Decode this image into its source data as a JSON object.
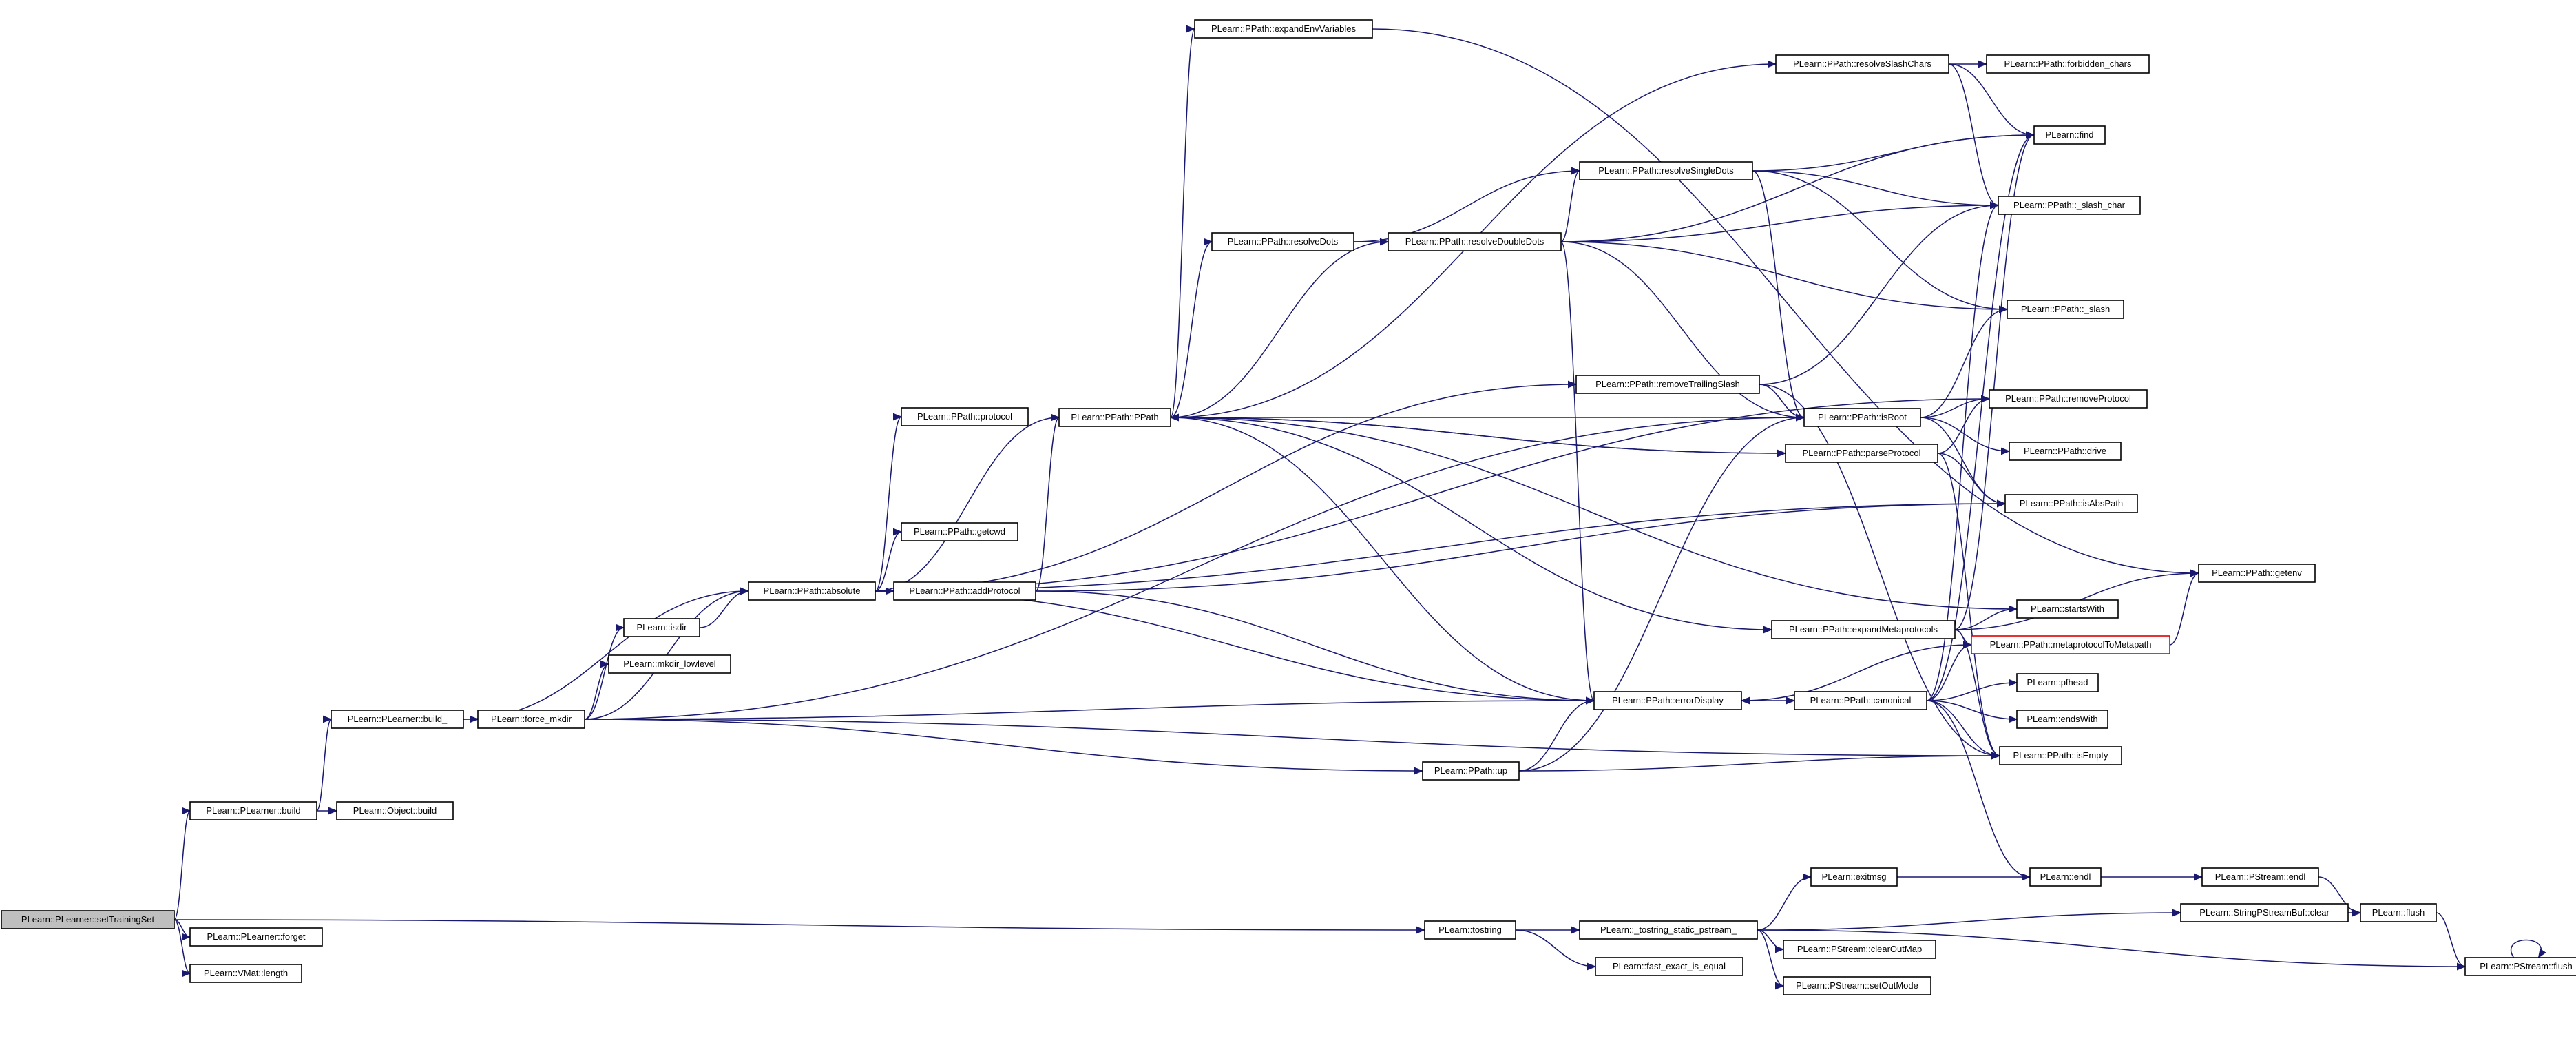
{
  "colors": {
    "edge": "#191970",
    "node_border": "#000000",
    "root_fill": "#bfbfbf",
    "highlight_border": "#e00000"
  },
  "nodes": [
    {
      "id": "setTrainingSet",
      "label": "PLearn::PLearner::setTrainingSet",
      "root": true
    },
    {
      "id": "build",
      "label": "PLearn::PLearner::build"
    },
    {
      "id": "forget",
      "label": "PLearn::PLearner::forget"
    },
    {
      "id": "vmatlength",
      "label": "PLearn::VMat::length"
    },
    {
      "id": "build_",
      "label": "PLearn::PLearner::build_"
    },
    {
      "id": "objbuild",
      "label": "PLearn::Object::build"
    },
    {
      "id": "force_mkdir",
      "label": "PLearn::force_mkdir"
    },
    {
      "id": "isdir",
      "label": "PLearn::isdir"
    },
    {
      "id": "mkdir_lowlevel",
      "label": "PLearn::mkdir_lowlevel"
    },
    {
      "id": "absolute",
      "label": "PLearn::PPath::absolute"
    },
    {
      "id": "addProtocol",
      "label": "PLearn::PPath::addProtocol"
    },
    {
      "id": "protocol",
      "label": "PLearn::PPath::protocol"
    },
    {
      "id": "getcwd",
      "label": "PLearn::PPath::getcwd"
    },
    {
      "id": "ppath",
      "label": "PLearn::PPath::PPath"
    },
    {
      "id": "expandEnv",
      "label": "PLearn::PPath::expandEnvVariables"
    },
    {
      "id": "resolveDots",
      "label": "PLearn::PPath::resolveDots"
    },
    {
      "id": "resolveDoubleDots",
      "label": "PLearn::PPath::resolveDoubleDots"
    },
    {
      "id": "resolveSingleDots",
      "label": "PLearn::PPath::resolveSingleDots"
    },
    {
      "id": "resolveSlashChars",
      "label": "PLearn::PPath::resolveSlashChars"
    },
    {
      "id": "forbidden_chars",
      "label": "PLearn::PPath::forbidden_chars"
    },
    {
      "id": "find",
      "label": "PLearn::find"
    },
    {
      "id": "_slash_char",
      "label": "PLearn::PPath::_slash_char"
    },
    {
      "id": "_slash",
      "label": "PLearn::PPath::_slash"
    },
    {
      "id": "removeTrailingSlash",
      "label": "PLearn::PPath::removeTrailingSlash"
    },
    {
      "id": "isRoot",
      "label": "PLearn::PPath::isRoot"
    },
    {
      "id": "removeProtocol",
      "label": "PLearn::PPath::removeProtocol"
    },
    {
      "id": "parseProtocol",
      "label": "PLearn::PPath::parseProtocol"
    },
    {
      "id": "drive",
      "label": "PLearn::PPath::drive"
    },
    {
      "id": "isAbsPath",
      "label": "PLearn::PPath::isAbsPath"
    },
    {
      "id": "getenv",
      "label": "PLearn::PPath::getenv"
    },
    {
      "id": "expandMetaprotocols",
      "label": "PLearn::PPath::expandMetaprotocols"
    },
    {
      "id": "startsWith",
      "label": "PLearn::startsWith"
    },
    {
      "id": "metaprotocolToMetapath",
      "label": "PLearn::PPath::metaprotocolToMetapath",
      "red": true
    },
    {
      "id": "errorDisplay",
      "label": "PLearn::PPath::errorDisplay"
    },
    {
      "id": "canonical",
      "label": "PLearn::PPath::canonical"
    },
    {
      "id": "pfhead",
      "label": "PLearn::pfhead"
    },
    {
      "id": "endsWith",
      "label": "PLearn::endsWith"
    },
    {
      "id": "isEmpty",
      "label": "PLearn::PPath::isEmpty"
    },
    {
      "id": "up",
      "label": "PLearn::PPath::up"
    },
    {
      "id": "tostring",
      "label": "PLearn::tostring"
    },
    {
      "id": "tostring_static",
      "label": "PLearn::_tostring_static_pstream_"
    },
    {
      "id": "fast_exact",
      "label": "PLearn::fast_exact_is_equal"
    },
    {
      "id": "exitmsg",
      "label": "PLearn::exitmsg"
    },
    {
      "id": "endl",
      "label": "PLearn::endl"
    },
    {
      "id": "pstream_endl",
      "label": "PLearn::PStream::endl"
    },
    {
      "id": "sbclear",
      "label": "PLearn::StringPStreamBuf::clear"
    },
    {
      "id": "flush",
      "label": "PLearn::flush"
    },
    {
      "id": "clearOutMap",
      "label": "PLearn::PStream::clearOutMap"
    },
    {
      "id": "setOutMode",
      "label": "PLearn::PStream::setOutMode"
    },
    {
      "id": "pstream_flush",
      "label": "PLearn::PStream::flush"
    }
  ],
  "edges": [
    [
      "setTrainingSet",
      "build"
    ],
    [
      "setTrainingSet",
      "forget"
    ],
    [
      "setTrainingSet",
      "vmatlength"
    ],
    [
      "setTrainingSet",
      "tostring"
    ],
    [
      "build",
      "build_"
    ],
    [
      "build",
      "objbuild"
    ],
    [
      "build_",
      "absolute"
    ],
    [
      "build_",
      "force_mkdir"
    ],
    [
      "force_mkdir",
      "isdir"
    ],
    [
      "force_mkdir",
      "mkdir_lowlevel"
    ],
    [
      "force_mkdir",
      "absolute"
    ],
    [
      "force_mkdir",
      "isRoot"
    ],
    [
      "force_mkdir",
      "up"
    ],
    [
      "force_mkdir",
      "isEmpty"
    ],
    [
      "force_mkdir",
      "errorDisplay"
    ],
    [
      "isdir",
      "absolute"
    ],
    [
      "absolute",
      "ppath"
    ],
    [
      "absolute",
      "addProtocol"
    ],
    [
      "absolute",
      "protocol"
    ],
    [
      "absolute",
      "getcwd"
    ],
    [
      "absolute",
      "removeTrailingSlash"
    ],
    [
      "absolute",
      "removeProtocol"
    ],
    [
      "absolute",
      "isAbsPath"
    ],
    [
      "absolute",
      "errorDisplay"
    ],
    [
      "addProtocol",
      "ppath"
    ],
    [
      "addProtocol",
      "isAbsPath"
    ],
    [
      "addProtocol",
      "errorDisplay"
    ],
    [
      "ppath",
      "expandEnv"
    ],
    [
      "ppath",
      "resolveDots"
    ],
    [
      "ppath",
      "resolveSlashChars"
    ],
    [
      "ppath",
      "parseProtocol"
    ],
    [
      "ppath",
      "expandMetaprotocols"
    ],
    [
      "ppath",
      "startsWith"
    ],
    [
      "ppath",
      "errorDisplay"
    ],
    [
      "expandEnv",
      "getenv"
    ],
    [
      "resolveDots",
      "resolveDoubleDots"
    ],
    [
      "resolveDots",
      "resolveSingleDots"
    ],
    [
      "resolveDoubleDots",
      "resolveSingleDots"
    ],
    [
      "resolveDoubleDots",
      "find"
    ],
    [
      "resolveDoubleDots",
      "_slash_char"
    ],
    [
      "resolveDoubleDots",
      "_slash"
    ],
    [
      "resolveDoubleDots",
      "isRoot"
    ],
    [
      "resolveDoubleDots",
      "errorDisplay"
    ],
    [
      "resolveDoubleDots",
      "ppath"
    ],
    [
      "resolveSingleDots",
      "find"
    ],
    [
      "resolveSingleDots",
      "_slash_char"
    ],
    [
      "resolveSingleDots",
      "_slash"
    ],
    [
      "resolveSingleDots",
      "isRoot"
    ],
    [
      "resolveSlashChars",
      "forbidden_chars"
    ],
    [
      "resolveSlashChars",
      "find"
    ],
    [
      "resolveSlashChars",
      "_slash_char"
    ],
    [
      "removeTrailingSlash",
      "isRoot"
    ],
    [
      "removeTrailingSlash",
      "_slash_char"
    ],
    [
      "removeTrailingSlash",
      "isEmpty"
    ],
    [
      "isRoot",
      "removeProtocol"
    ],
    [
      "isRoot",
      "_slash"
    ],
    [
      "isRoot",
      "drive"
    ],
    [
      "isRoot",
      "isAbsPath"
    ],
    [
      "isRoot",
      "ppath"
    ],
    [
      "parseProtocol",
      "removeProtocol"
    ],
    [
      "parseProtocol",
      "isAbsPath"
    ],
    [
      "parseProtocol",
      "ppath"
    ],
    [
      "parseProtocol",
      "isEmpty"
    ],
    [
      "expandMetaprotocols",
      "metaprotocolToMetapath"
    ],
    [
      "expandMetaprotocols",
      "getenv"
    ],
    [
      "expandMetaprotocols",
      "startsWith"
    ],
    [
      "expandMetaprotocols",
      "find"
    ],
    [
      "expandMetaprotocols",
      "isEmpty"
    ],
    [
      "metaprotocolToMetapath",
      "getenv"
    ],
    [
      "metaprotocolToMetapath",
      "errorDisplay"
    ],
    [
      "errorDisplay",
      "canonical"
    ],
    [
      "canonical",
      "pfhead"
    ],
    [
      "canonical",
      "endsWith"
    ],
    [
      "canonical",
      "isEmpty"
    ],
    [
      "canonical",
      "endl"
    ],
    [
      "canonical",
      "_slash_char"
    ],
    [
      "canonical",
      "metaprotocolToMetapath"
    ],
    [
      "canonical",
      "find"
    ],
    [
      "up",
      "isRoot"
    ],
    [
      "up",
      "errorDisplay"
    ],
    [
      "up",
      "isEmpty"
    ],
    [
      "tostring",
      "tostring_static"
    ],
    [
      "tostring",
      "fast_exact"
    ],
    [
      "tostring_static",
      "exitmsg"
    ],
    [
      "tostring_static",
      "sbclear"
    ],
    [
      "tostring_static",
      "clearOutMap"
    ],
    [
      "tostring_static",
      "setOutMode"
    ],
    [
      "tostring_static",
      "pstream_flush"
    ],
    [
      "exitmsg",
      "endl"
    ],
    [
      "endl",
      "pstream_endl"
    ],
    [
      "pstream_endl",
      "flush"
    ],
    [
      "sbclear",
      "flush"
    ],
    [
      "flush",
      "pstream_flush"
    ],
    [
      "pstream_flush",
      "pstream_flush"
    ]
  ]
}
